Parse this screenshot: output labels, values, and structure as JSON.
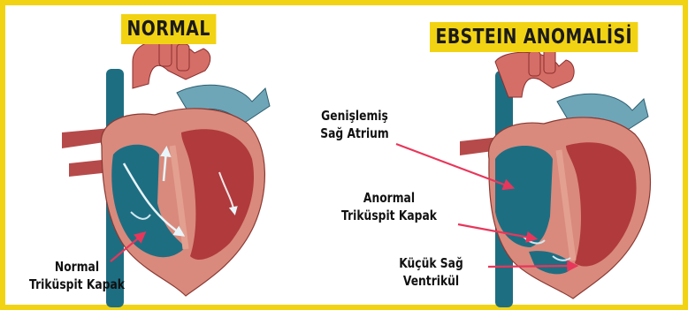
{
  "titles": {
    "normal": "NORMAL",
    "ebstein": "EBSTEIN ANOMALİSİ"
  },
  "labels": {
    "normal_valve": [
      "Normal",
      "Triküspit Kapak"
    ],
    "enlarged_atrium": [
      "Genişlemiş",
      "Sağ Atrium"
    ],
    "abnormal_valve": [
      "Anormal",
      "Triküspit Kapak"
    ],
    "small_ventricle": [
      "Küçük Sağ",
      "Ventrikül"
    ]
  },
  "colors": {
    "frame": "#f2d313",
    "arrow": "#e8365a",
    "vessel_blue": "#1e6e82",
    "blood_red": "#b03a3c",
    "muscle": "#d98a7c"
  }
}
